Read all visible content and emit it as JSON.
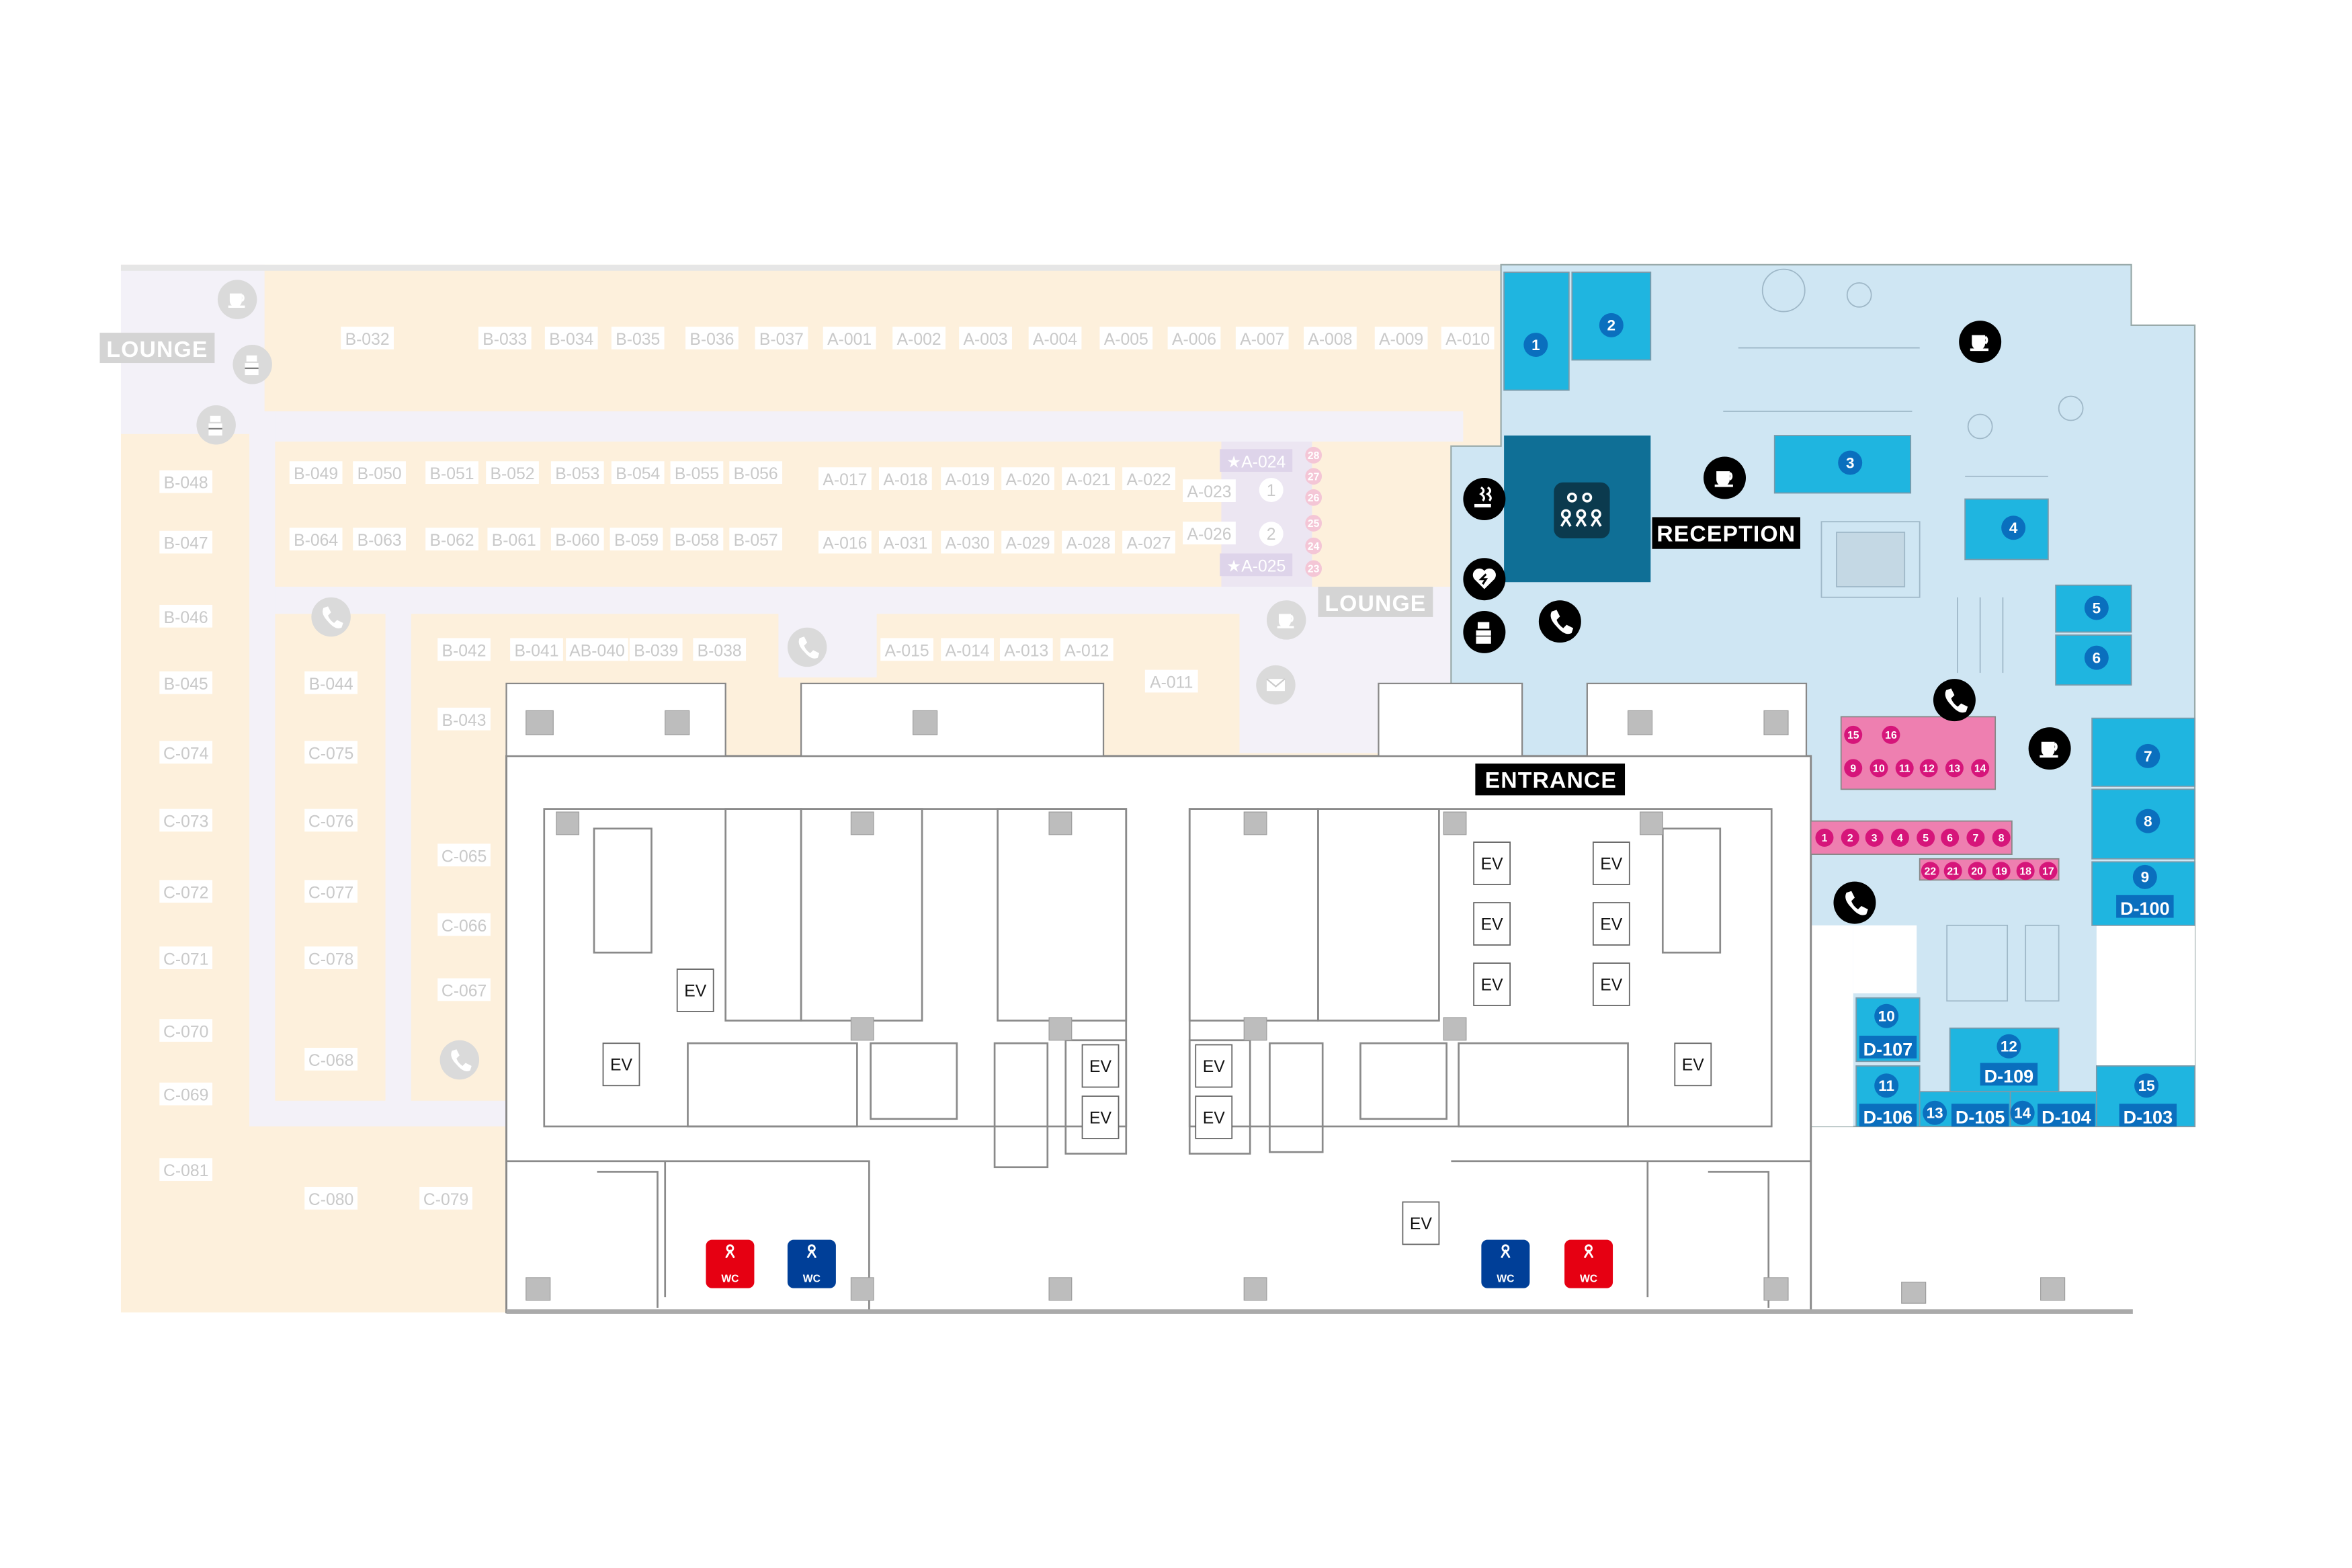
{
  "floor_labels": {
    "lounge_left": "LOUNGE",
    "lounge_right": "LOUNGE",
    "reception": "RECEPTION",
    "entrance": "ENTRANCE"
  },
  "offices": [
    "B-032",
    "B-033",
    "B-034",
    "B-035",
    "B-036",
    "B-037",
    "A-001",
    "A-002",
    "A-003",
    "A-004",
    "A-005",
    "A-006",
    "A-007",
    "A-008",
    "A-009",
    "A-010",
    "B-049",
    "B-050",
    "B-051",
    "B-052",
    "B-053",
    "B-054",
    "B-055",
    "B-056",
    "A-017",
    "A-018",
    "A-019",
    "A-020",
    "A-021",
    "A-022",
    "A-023",
    "B-064",
    "B-063",
    "B-062",
    "B-061",
    "B-060",
    "B-059",
    "B-058",
    "B-057",
    "A-016",
    "A-031",
    "A-030",
    "A-029",
    "A-028",
    "A-027",
    "A-026",
    "B-048",
    "B-047",
    "B-046",
    "B-045",
    "C-074",
    "C-073",
    "C-072",
    "C-071",
    "C-070",
    "C-069",
    "C-081",
    "B-044",
    "C-075",
    "C-076",
    "C-077",
    "C-078",
    "C-068",
    "C-080",
    "C-079",
    "B-042",
    "B-041",
    "AB-040",
    "B-039",
    "B-038",
    "B-043",
    "C-065",
    "C-066",
    "C-067",
    "A-015",
    "A-014",
    "A-013",
    "A-012",
    "A-011"
  ],
  "featured_offices": [
    "★A-024",
    "★A-025"
  ],
  "faded_rooms": [
    "1",
    "2"
  ],
  "faded_booths": [
    "28",
    "27",
    "26",
    "25",
    "24",
    "23"
  ],
  "meeting_rooms": [
    {
      "number": "1"
    },
    {
      "number": "2"
    },
    {
      "number": "3"
    },
    {
      "number": "4"
    },
    {
      "number": "5"
    },
    {
      "number": "6"
    },
    {
      "number": "7"
    },
    {
      "number": "8"
    },
    {
      "number": "9",
      "code": "D-100"
    },
    {
      "number": "10",
      "code": "D-107"
    },
    {
      "number": "11",
      "code": "D-106"
    },
    {
      "number": "12",
      "code": "D-109"
    },
    {
      "number": "13",
      "code": "D-105"
    },
    {
      "number": "14",
      "code": "D-104"
    },
    {
      "number": "15",
      "code": "D-103"
    }
  ],
  "booths": [
    "15",
    "16",
    "9",
    "10",
    "11",
    "12",
    "13",
    "14",
    "1",
    "2",
    "3",
    "4",
    "5",
    "6",
    "7",
    "8",
    "22",
    "21",
    "20",
    "19",
    "18",
    "17"
  ],
  "elevators": [
    "EV",
    "EV",
    "EV",
    "EV",
    "EV",
    "EV",
    "EV",
    "EV",
    "EV",
    "EV",
    "EV",
    "EV",
    "EV",
    "EV"
  ],
  "restrooms": [
    {
      "label": "WC",
      "type": "womens"
    },
    {
      "label": "WC",
      "type": "mens"
    },
    {
      "label": "WC",
      "type": "mens"
    },
    {
      "label": "WC",
      "type": "womens"
    }
  ],
  "amenity_icons": {
    "faded": [
      "coffee",
      "printer",
      "printer",
      "phone",
      "phone",
      "coffee",
      "mail",
      "phone"
    ],
    "active": [
      "smoking",
      "aed",
      "printer",
      "phone",
      "coffee",
      "coffee",
      "phone",
      "coffee",
      "phone"
    ]
  },
  "colors": {
    "office_area": "#fdf0dc",
    "corridor": "#f3f1f8",
    "active_area": "#cfe6f3",
    "meeting_room": "#1fb5e0",
    "room_badge": "#0a6fbe",
    "reception_room": "#0f6f96",
    "booth": "#ee7fb0",
    "booth_badge": "#d6157a",
    "wc_womens": "#e60012",
    "wc_mens": "#003f98"
  }
}
